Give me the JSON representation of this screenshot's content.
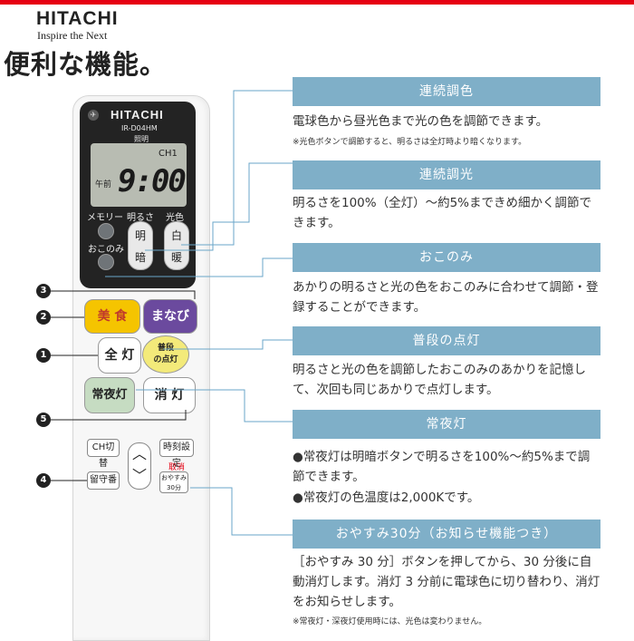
{
  "brand": {
    "logo": "HITACHI",
    "tagline": "Inspire the Next"
  },
  "page_title": "便利な機能。",
  "remote": {
    "brand": "HITACHI",
    "model": "IR-D04HM",
    "mode": "照明",
    "lcd_channel": "CH1",
    "lcd_ampm": "午前",
    "lcd_time": "9:00",
    "label_memory": "メモリー",
    "label_brightness": "明るさ",
    "label_color": "光色",
    "label_okonomi": "おこのみ",
    "brightness_top": "明",
    "brightness_bottom": "暗",
    "color_top": "白",
    "color_bottom": "暖",
    "btn_bishoku": "美 食",
    "btn_manabi": "まなび",
    "btn_zentou": "全 灯",
    "btn_fudan": "普段\nの点灯",
    "btn_joyato": "常夜灯",
    "btn_shoto": "消 灯",
    "btn_ch": "CH切替",
    "btn_time": "時刻設定",
    "btn_rusu": "留守番",
    "label_torikeshi": "取消",
    "btn_oyasumi": "おやすみ\n30分"
  },
  "markers": [
    "3",
    "2",
    "1",
    "5",
    "4"
  ],
  "features": [
    {
      "title": "連続調色",
      "desc": "電球色から昼光色まで光の色を調節できます。",
      "note": "※光色ボタンで調節すると、明るさは全灯時より暗くなります。"
    },
    {
      "title": "連続調光",
      "desc": "明るさを100%（全灯）～約5%まできめ細かく調節できます。"
    },
    {
      "title": "おこのみ",
      "desc": "あかりの明るさと光の色をおこのみに合わせて調節・登録することができます。"
    },
    {
      "title": "普段の点灯",
      "desc": "明るさと光の色を調節したおこのみのあかりを記憶して、次回も同じあかりで点灯します。"
    },
    {
      "title": "常夜灯",
      "desc": "●常夜灯は明暗ボタンで明るさを100%～約5%まで調節できます。",
      "desc2": "●常夜灯の色温度は2,000Kです。"
    },
    {
      "title": "おやすみ30分（お知らせ機能つき）",
      "desc": "［おやすみ 30 分］ボタンを押してから、30 分後に自動消灯します。消灯 3 分前に電球色に切り替わり、消灯をお知らせします。",
      "note": "※常夜灯・深夜灯使用時には、光色は変わりません。"
    }
  ],
  "colors": {
    "header": "#7fafc8",
    "accent_red": "#e60012",
    "bishoku": "#f5c400",
    "manabi": "#6b4a9e",
    "fudan": "#f3ea7a",
    "green_btn": "#c6dcc2"
  }
}
